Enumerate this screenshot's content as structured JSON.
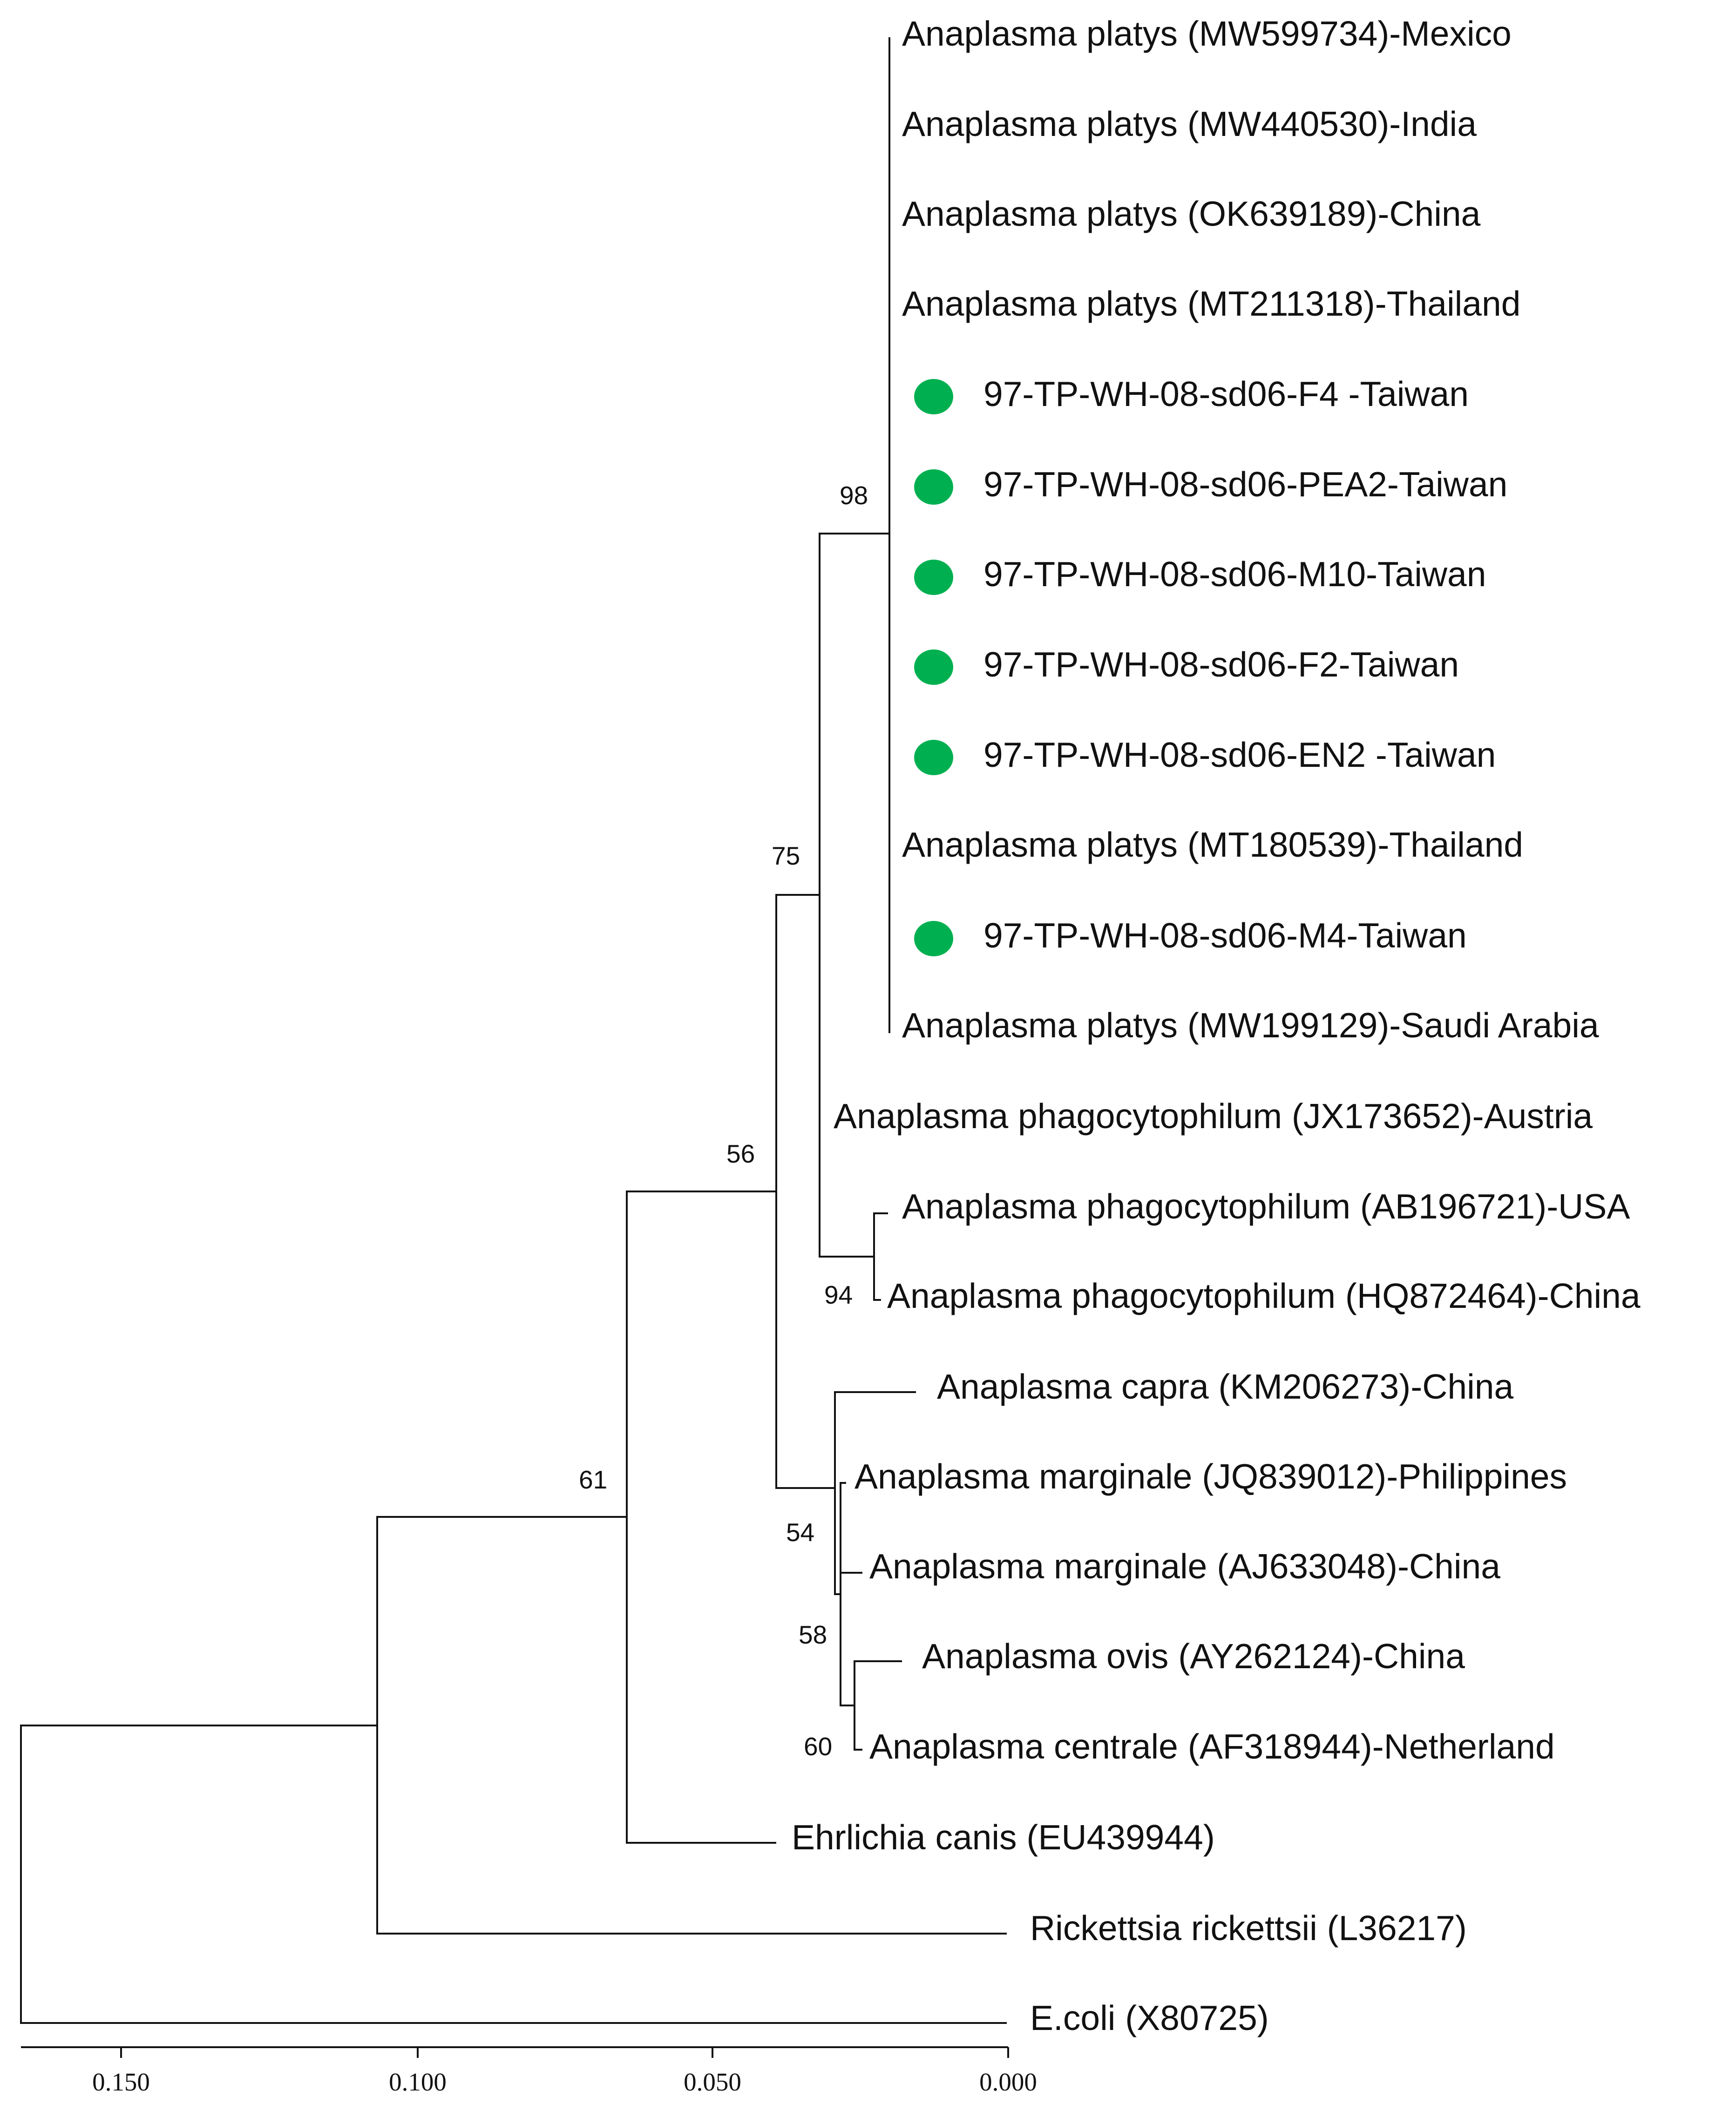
{
  "tree": {
    "marker_color": "#00b050",
    "taxa": [
      {
        "id": "t1",
        "label": "Anaplasma platys (MW599734)-Mexico",
        "marker": false
      },
      {
        "id": "t2",
        "label": "Anaplasma platys (MW440530)-India",
        "marker": false
      },
      {
        "id": "t3",
        "label": "Anaplasma platys (OK639189)-China",
        "marker": false
      },
      {
        "id": "t4",
        "label": "Anaplasma platys (MT211318)-Thailand",
        "marker": false
      },
      {
        "id": "t5",
        "label": "97-TP-WH-08-sd06-F4 -Taiwan",
        "marker": true
      },
      {
        "id": "t6",
        "label": "97-TP-WH-08-sd06-PEA2-Taiwan",
        "marker": true
      },
      {
        "id": "t7",
        "label": "97-TP-WH-08-sd06-M10-Taiwan",
        "marker": true
      },
      {
        "id": "t8",
        "label": "97-TP-WH-08-sd06-F2-Taiwan",
        "marker": true
      },
      {
        "id": "t9",
        "label": "97-TP-WH-08-sd06-EN2 -Taiwan",
        "marker": true
      },
      {
        "id": "t10",
        "label": "Anaplasma platys (MT180539)-Thailand",
        "marker": false
      },
      {
        "id": "t11",
        "label": "97-TP-WH-08-sd06-M4-Taiwan",
        "marker": true
      },
      {
        "id": "t12",
        "label": "Anaplasma platys (MW199129)-Saudi Arabia",
        "marker": false
      },
      {
        "id": "t13",
        "label": "Anaplasma phagocytophilum (JX173652)-Austria",
        "marker": false
      },
      {
        "id": "t14",
        "label": "Anaplasma phagocytophilum (AB196721)-USA",
        "marker": false
      },
      {
        "id": "t15",
        "label": "Anaplasma phagocytophilum (HQ872464)-China",
        "marker": false
      },
      {
        "id": "t16",
        "label": "Anaplasma capra (KM206273)-China",
        "marker": false
      },
      {
        "id": "t17",
        "label": "Anaplasma marginale (JQ839012)-Philippines",
        "marker": false
      },
      {
        "id": "t18",
        "label": "Anaplasma marginale (AJ633048)-China",
        "marker": false
      },
      {
        "id": "t19",
        "label": "Anaplasma ovis (AY262124)-China",
        "marker": false
      },
      {
        "id": "t20",
        "label": "Anaplasma centrale (AF318944)-Netherland",
        "marker": false
      },
      {
        "id": "t21",
        "label": "Ehrlichia canis (EU439944)",
        "marker": false
      },
      {
        "id": "t22",
        "label": "Rickettsia rickettsii (L36217)",
        "marker": false
      },
      {
        "id": "t23",
        "label": "E.coli (X80725)",
        "marker": false
      }
    ],
    "bootstrap_values": [
      {
        "node": "platys-clade",
        "value": "98"
      },
      {
        "node": "platys-phago",
        "value": "75"
      },
      {
        "node": "anaplasma",
        "value": "56"
      },
      {
        "node": "anaplasma-ehrlichia",
        "value": "61"
      },
      {
        "node": "phago-usa-china",
        "value": "94"
      },
      {
        "node": "capra-marginale",
        "value": "54"
      },
      {
        "node": "marginale-ovis-centrale",
        "value": "58"
      },
      {
        "node": "ovis-centrale",
        "value": "60"
      }
    ],
    "scale_axis": {
      "ticks": [
        "0.150",
        "0.100",
        "0.050",
        "0.000"
      ]
    }
  }
}
